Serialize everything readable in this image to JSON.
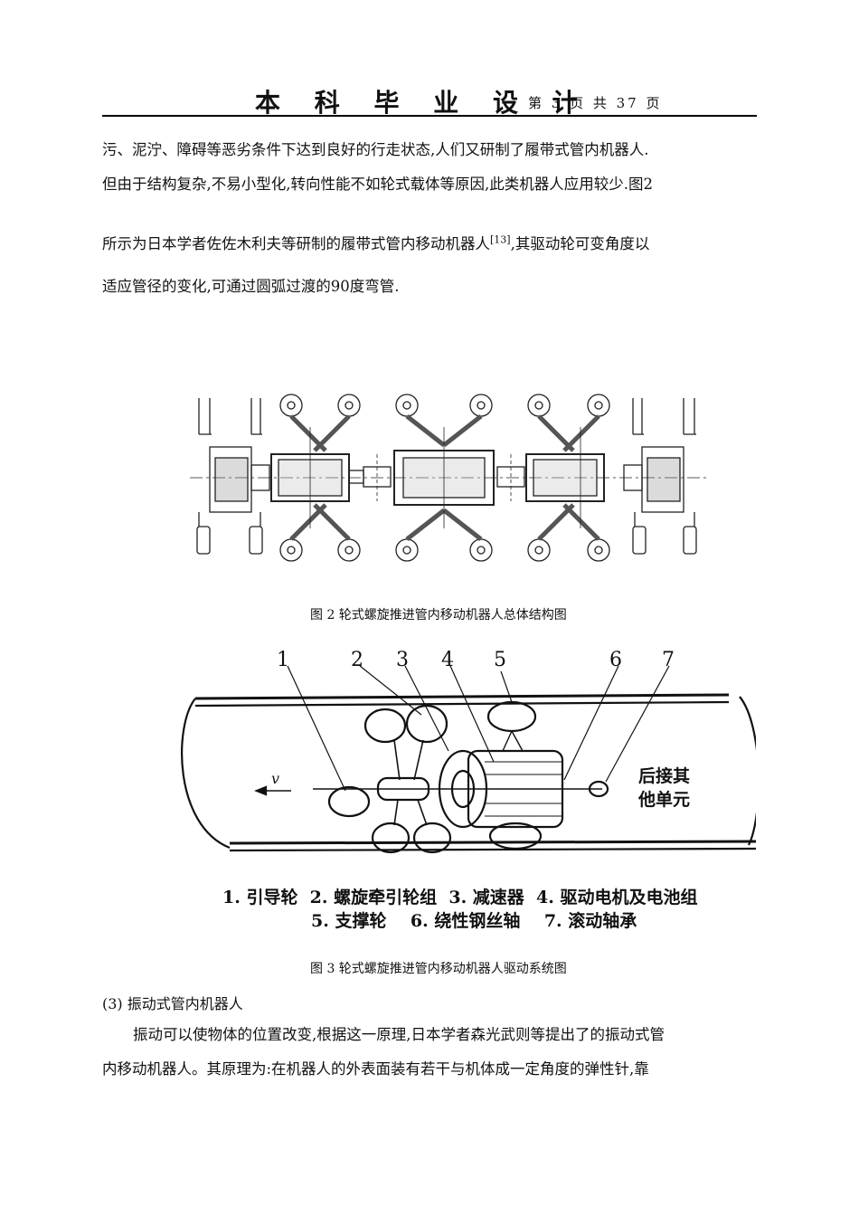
{
  "header": {
    "title": "本 科 毕 业 设 计",
    "page_info": "第 3 页 共 37 页"
  },
  "body_top": {
    "line1": "污、泥泞、障碍等恶劣条件下达到良好的行走状态,人们又研制了履带式管内机器人.",
    "line2": "但由于结构复杂,不易小型化,转向性能不如轮式载体等原因,此类机器人应用较少.图2",
    "line3_pre": "所示为日本学者佐佐木利夫等研制的履带式管内移动机器人",
    "line3_ref": "[13]",
    "line3_post": ",其驱动轮可变角度以",
    "line4": "适应管径的变化,可通过圆弧过渡的90度弯管."
  },
  "figure2": {
    "caption": "图 2 轮式螺旋推进管内移动机器人总体结构图"
  },
  "figure3": {
    "numbers": [
      "1",
      "2",
      "3",
      "4",
      "5",
      "6",
      "7"
    ],
    "velocity": "v",
    "side_text_1": "后接其",
    "side_text_2": "他单元",
    "legend_row1": "1. 引导轮  2. 螺旋牵引轮组  3. 减速器  4. 驱动电机及电池组",
    "legend_row2": "5. 支撑轮    6. 绕性钢丝轴    7. 滚动轴承",
    "caption": "图 3  轮式螺旋推进管内移动机器人驱动系统图"
  },
  "section3": {
    "heading": "(3)  振动式管内机器人",
    "line1": "振动可以使物体的位置改变,根据这一原理,日本学者森光武则等提出了的振动式管",
    "line2": "内移动机器人。其原理为:在机器人的外表面装有若干与机体成一定角度的弹性针,靠"
  }
}
